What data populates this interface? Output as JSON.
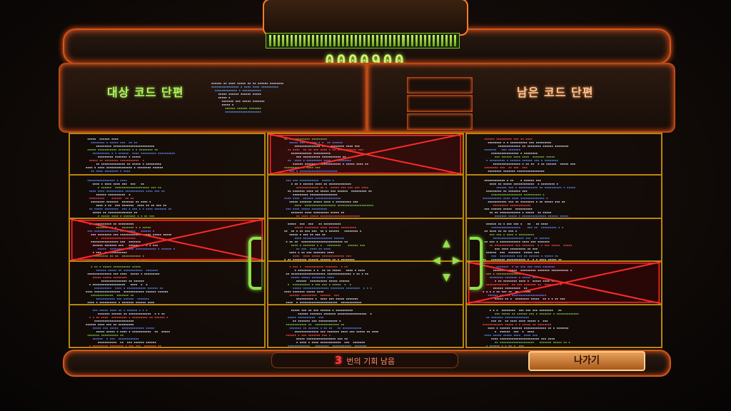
{
  "hud": {
    "score": "0000900",
    "gauge_segments": 44
  },
  "header": {
    "target_title": "대상 코드 단편",
    "remain_title": "남은 코드 단편"
  },
  "footer": {
    "chances_number": "3",
    "chances_text": "번의 기회 남음",
    "exit_label": "나가기"
  },
  "colors": {
    "frame_orange": "#d0581c",
    "grid_gold": "#b8860b",
    "accent_green": "#8ee04a",
    "dead_red": "#ff2a2a"
  },
  "icons": [
    "arrow-up-icon",
    "arrow-left-icon",
    "arrow-right-icon",
    "arrow-down-icon",
    "left-bracket",
    "right-bracket"
  ]
}
